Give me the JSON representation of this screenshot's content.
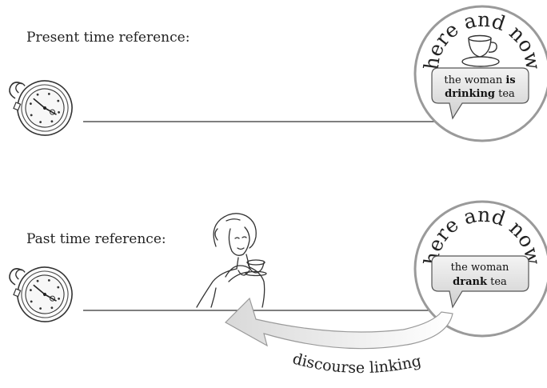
{
  "present": {
    "label": "Present time reference:",
    "circle_text": "here and now",
    "bubble": {
      "pre": "the woman",
      "verb_line1": "is",
      "verb_line2": "drinking",
      "post": "tea"
    }
  },
  "past": {
    "label": "Past time reference:",
    "circle_text": "here and now",
    "bubble": {
      "pre": "the woman",
      "verb": "drank",
      "post": "tea"
    }
  },
  "arrow_label": "discourse linking",
  "icons": [
    "stopwatch-icon",
    "teacup-icon",
    "woman-drinking-tea-illustration",
    "curved-arrow"
  ]
}
